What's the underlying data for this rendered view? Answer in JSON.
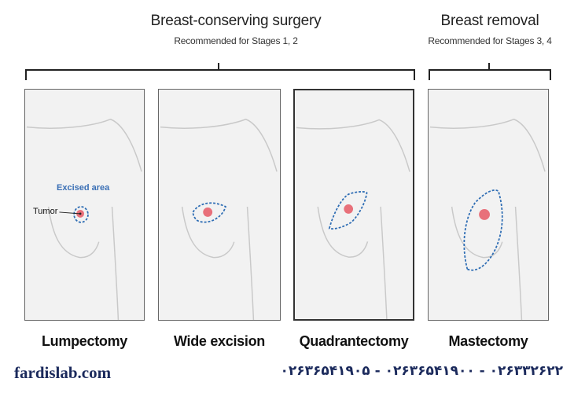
{
  "groups": {
    "conserving": {
      "title": "Breast-conserving surgery",
      "subtitle": "Recommended for Stages 1, 2"
    },
    "removal": {
      "title": "Breast removal",
      "subtitle": "Recommended for Stages 3, 4"
    }
  },
  "procedures": [
    {
      "label": "Lumpectomy"
    },
    {
      "label": "Wide excision"
    },
    {
      "label": "Quadrantectomy"
    },
    {
      "label": "Mastectomy"
    }
  ],
  "annotations": {
    "excised_area": "Excised area",
    "tumor": "Tumor"
  },
  "footer": {
    "brand": "fardislab.com",
    "phones": "۰۲۶۳۶۵۴۱۹۰۵ - ۰۲۶۳۶۵۴۱۹۰۰ - ۰۲۶۳۳۲۶۲۲"
  },
  "colors": {
    "skin": "#f2f2f2",
    "outline": "#c9c9c9",
    "tumor": "#e8707a",
    "excision_outline": "#2e6db4"
  }
}
